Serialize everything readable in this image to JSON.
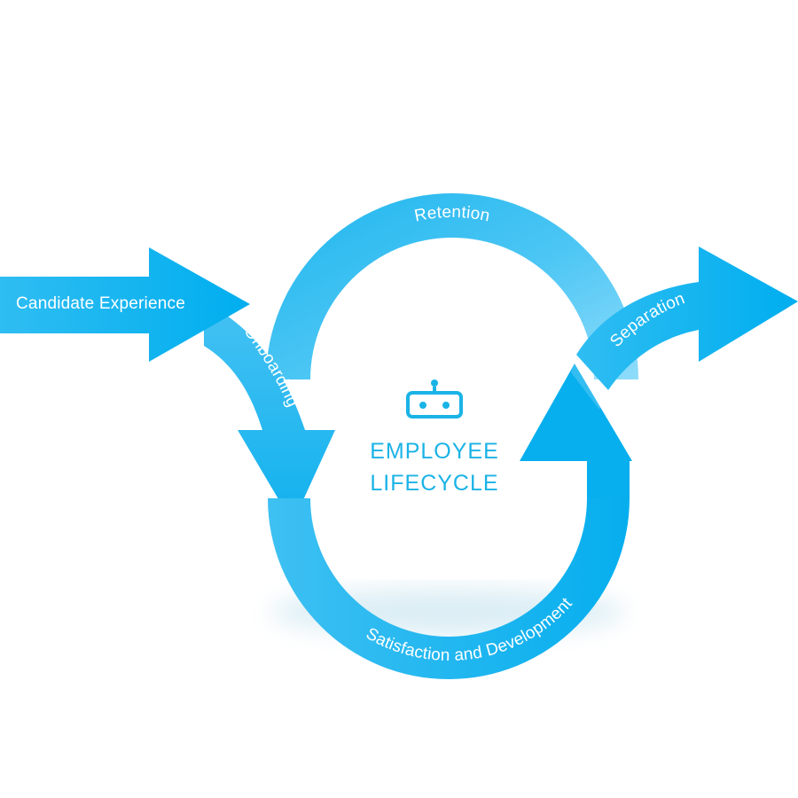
{
  "colors": {
    "primary": "#00aeef",
    "light": "#7fd6f8",
    "title": "#1ab3e6",
    "label": "#ffffff"
  },
  "stages": {
    "candidate": "Candidate Experience",
    "onboarding": "Onboarding",
    "retention": "Retention",
    "separation": "Separation",
    "satisfaction": "Satisfaction and Development"
  },
  "center": {
    "icon": "robot-icon",
    "title_line1": "EMPLOYEE",
    "title_line2": "LIFECYCLE"
  }
}
